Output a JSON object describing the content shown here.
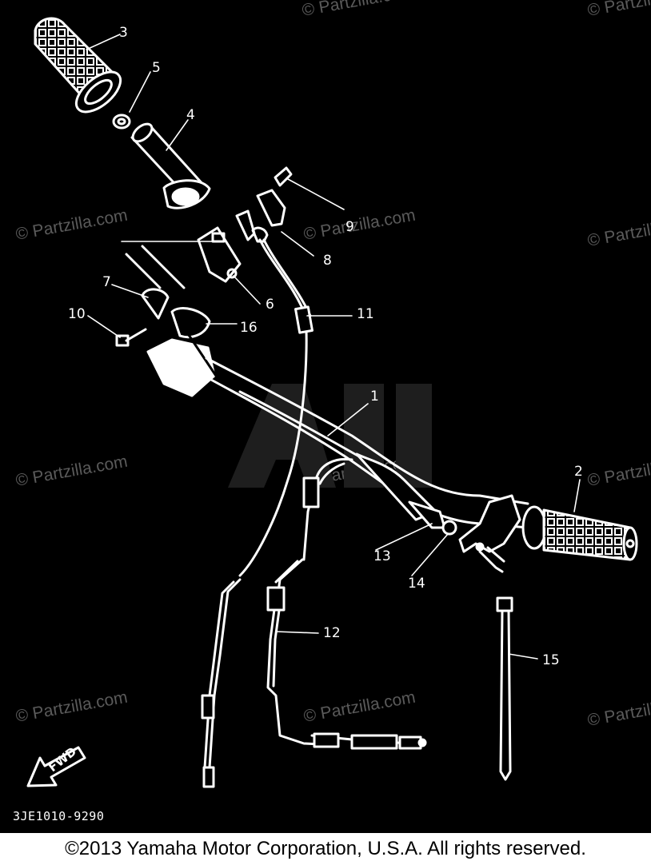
{
  "diagram": {
    "background_color": "#000000",
    "line_color": "#ffffff",
    "part_code": "3JE1010-9290",
    "fwd_label": "FWD",
    "watermark_text": "© Partzilla.com",
    "callouts": [
      {
        "id": "1",
        "label": "1"
      },
      {
        "id": "2",
        "label": "2"
      },
      {
        "id": "3",
        "label": "3"
      },
      {
        "id": "4",
        "label": "4"
      },
      {
        "id": "5",
        "label": "5"
      },
      {
        "id": "6",
        "label": "6"
      },
      {
        "id": "7",
        "label": "7"
      },
      {
        "id": "8",
        "label": "8"
      },
      {
        "id": "9",
        "label": "9"
      },
      {
        "id": "10",
        "label": "10"
      },
      {
        "id": "11",
        "label": "11"
      },
      {
        "id": "12",
        "label": "12"
      },
      {
        "id": "13",
        "label": "13"
      },
      {
        "id": "14",
        "label": "14"
      },
      {
        "id": "15",
        "label": "15"
      },
      {
        "id": "16",
        "label": "16"
      }
    ]
  },
  "footer": {
    "copyright": "©2013  Yamaha Motor Corporation, U.S.A. All rights reserved."
  }
}
